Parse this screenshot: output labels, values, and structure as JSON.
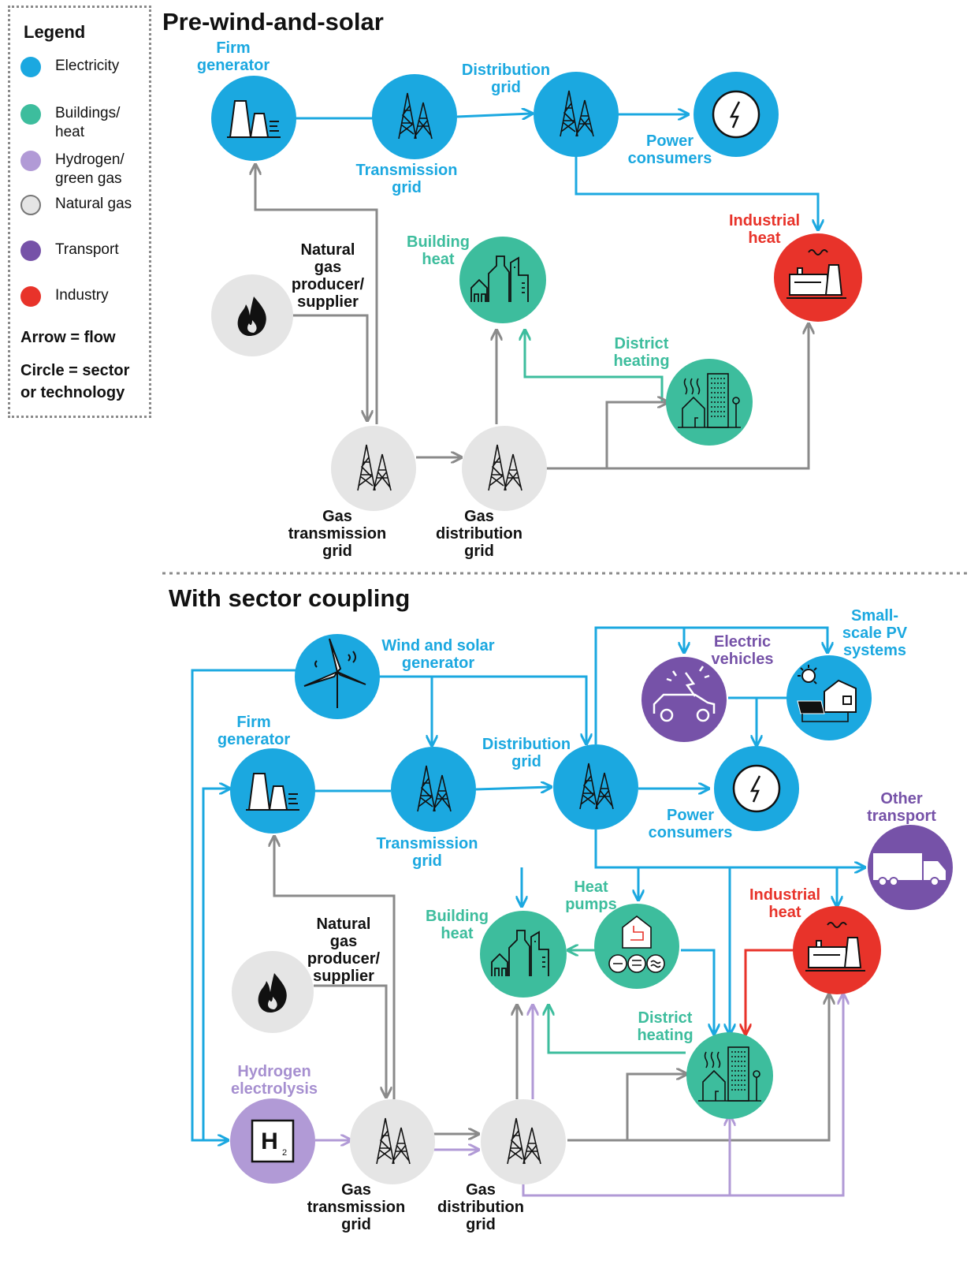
{
  "colors": {
    "electricity": "#1ba8e0",
    "buildings_heat": "#3dbd9d",
    "hydrogen": "#b19ad6",
    "natural_gas": "#e5e5e5",
    "natural_gas_line": "#8a8a8a",
    "transport": "#7652a8",
    "industry": "#e8332a"
  },
  "legend": {
    "title": "Legend",
    "items": [
      {
        "key": "electricity",
        "label": "Electricity"
      },
      {
        "key": "buildings_heat",
        "label": "Buildings/\nheat"
      },
      {
        "key": "hydrogen",
        "label": "Hydrogen/\ngreen gas"
      },
      {
        "key": "natural_gas",
        "label": "Natural gas"
      },
      {
        "key": "transport",
        "label": "Transport"
      },
      {
        "key": "industry",
        "label": "Industry"
      }
    ],
    "arrow_note": "Arrow = flow",
    "circle_note": "Circle = sector\nor technology"
  },
  "top": {
    "title": "Pre-wind-and-solar",
    "nodes": {
      "firm_generator": {
        "label": "Firm\ngenerator",
        "icon": "power-plant-icon"
      },
      "transmission_grid": {
        "label": "Transmission\ngrid",
        "icon": "pylon-icon"
      },
      "distribution_grid": {
        "label": "Distribution\ngrid",
        "icon": "pylon-icon"
      },
      "power_consumers": {
        "label": "Power\nconsumers",
        "icon": "lightning-icon"
      },
      "industrial_heat": {
        "label": "Industrial\nheat",
        "icon": "factory-icon"
      },
      "natural_gas_supplier": {
        "label": "Natural\ngas\nproducer/\nsupplier",
        "icon": "flame-icon"
      },
      "building_heat": {
        "label": "Building\nheat",
        "icon": "buildings-icon"
      },
      "district_heating": {
        "label": "District\nheating",
        "icon": "district-heating-icon"
      },
      "gas_transmission_grid": {
        "label": "Gas\ntransmission\ngrid",
        "icon": "pylon-icon"
      },
      "gas_distribution_grid": {
        "label": "Gas\ndistribution\ngrid",
        "icon": "pylon-icon"
      }
    }
  },
  "bottom": {
    "title": "With sector coupling",
    "nodes": {
      "wind_solar_generator": {
        "label": "Wind and solar\ngenerator",
        "icon": "wind-turbine-icon"
      },
      "electric_vehicles": {
        "label": "Electric\nvehicles",
        "icon": "electric-car-icon"
      },
      "small_scale_pv": {
        "label": "Small-\nscale PV\nsystems",
        "icon": "solar-house-icon"
      },
      "firm_generator": {
        "label": "Firm\ngenerator",
        "icon": "power-plant-icon"
      },
      "transmission_grid": {
        "label": "Transmission\ngrid",
        "icon": "pylon-icon"
      },
      "distribution_grid": {
        "label": "Distribution\ngrid",
        "icon": "pylon-icon"
      },
      "power_consumers": {
        "label": "Power\nconsumers",
        "icon": "lightning-icon"
      },
      "other_transport": {
        "label": "Other\ntransport",
        "icon": "truck-icon"
      },
      "building_heat": {
        "label": "Building\nheat",
        "icon": "buildings-icon"
      },
      "heat_pumps": {
        "label": "Heat\npumps",
        "icon": "heat-pump-icon"
      },
      "industrial_heat": {
        "label": "Industrial\nheat",
        "icon": "factory-icon"
      },
      "natural_gas_supplier": {
        "label": "Natural\ngas\nproducer/\nsupplier",
        "icon": "flame-icon"
      },
      "district_heating": {
        "label": "District\nheating",
        "icon": "district-heating-icon"
      },
      "hydrogen_electrolysis": {
        "label": "Hydrogen\nelectrolysis",
        "icon": "h2-icon"
      },
      "gas_transmission_grid": {
        "label": "Gas\ntransmission\ngrid",
        "icon": "pylon-icon"
      },
      "gas_distribution_grid": {
        "label": "Gas\ndistribution\ngrid",
        "icon": "pylon-icon"
      }
    }
  }
}
